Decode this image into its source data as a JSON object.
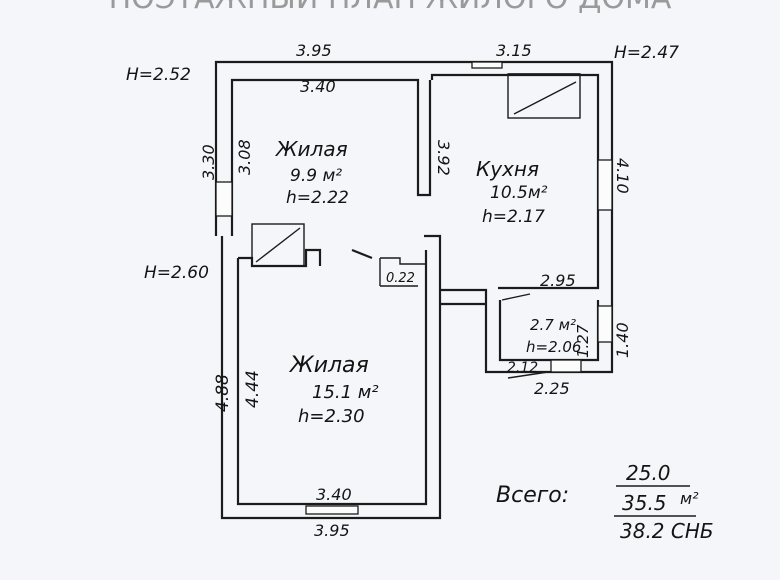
{
  "header": {
    "title": "ПОЭТАЖНЫЙ ПЛАН ЖИЛОГО ДОМА"
  },
  "heights": {
    "top_left": "H=2.52",
    "top_right": "H=2.47",
    "mid_left": "H=2.60"
  },
  "dimensions": {
    "top_outer": "3.95",
    "top_inner": "3.40",
    "kitchen_top": "3.15",
    "left_upper_outer": "3.30",
    "left_upper_inner": "3.08",
    "partition": "3.92",
    "kitchen_right": "4.10",
    "corner": "0.22",
    "small_top": "2.95",
    "small_right_inner": "1.27",
    "small_right_outer": "1.40",
    "small_bottom_inner": "2.12",
    "small_bottom_outer": "2.25",
    "left_lower_outer": "4.88",
    "left_lower_inner": "4.44",
    "bottom_inner": "3.40",
    "bottom_outer": "3.95"
  },
  "rooms": {
    "living_upper": {
      "name": "Жилая",
      "area": "9.9 м²",
      "height": "h=2.22"
    },
    "kitchen": {
      "name": "Кухня",
      "area": "10.5м²",
      "height": "h=2.17"
    },
    "small": {
      "area": "2.7 м²",
      "height": "h=2.06"
    },
    "living_lower": {
      "name": "Жилая",
      "area": "15.1 м²",
      "height": "h=2.30"
    }
  },
  "totals": {
    "label": "Всего:",
    "living": "25.0",
    "total": "35.5",
    "unit": "м²",
    "snb": "38.2 СНБ"
  }
}
